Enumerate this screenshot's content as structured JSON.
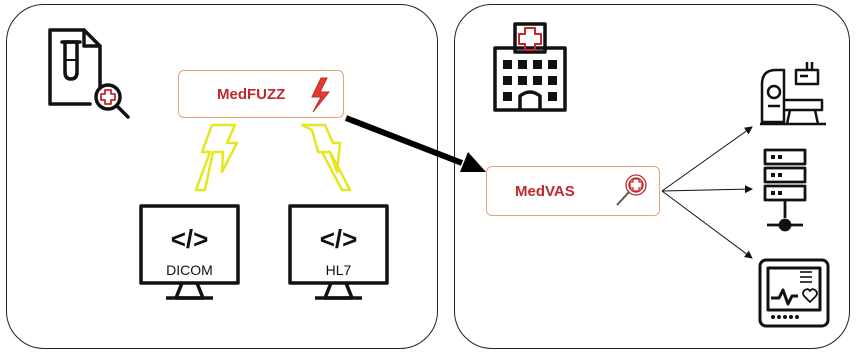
{
  "tools": {
    "medfuzz": "MedFUZZ",
    "medvas": "MedVAS"
  },
  "protocols": {
    "left_glyph": "</>",
    "left_label": "DICOM",
    "right_glyph": "</>",
    "right_label": "HL7"
  },
  "icons": {
    "left_panel": [
      "medical-report-search-icon",
      "lightning-icon",
      "dicom-monitor-icon",
      "hl7-monitor-icon"
    ],
    "right_panel": [
      "hospital-building-icon",
      "medical-search-icon",
      "mri-scanner-icon",
      "server-rack-icon",
      "patient-monitor-icon"
    ]
  },
  "colors": {
    "tool_label": "#c0282e",
    "box_border": "#e8a27c",
    "lightning": "#e6e61e",
    "arrow": "#000000"
  }
}
